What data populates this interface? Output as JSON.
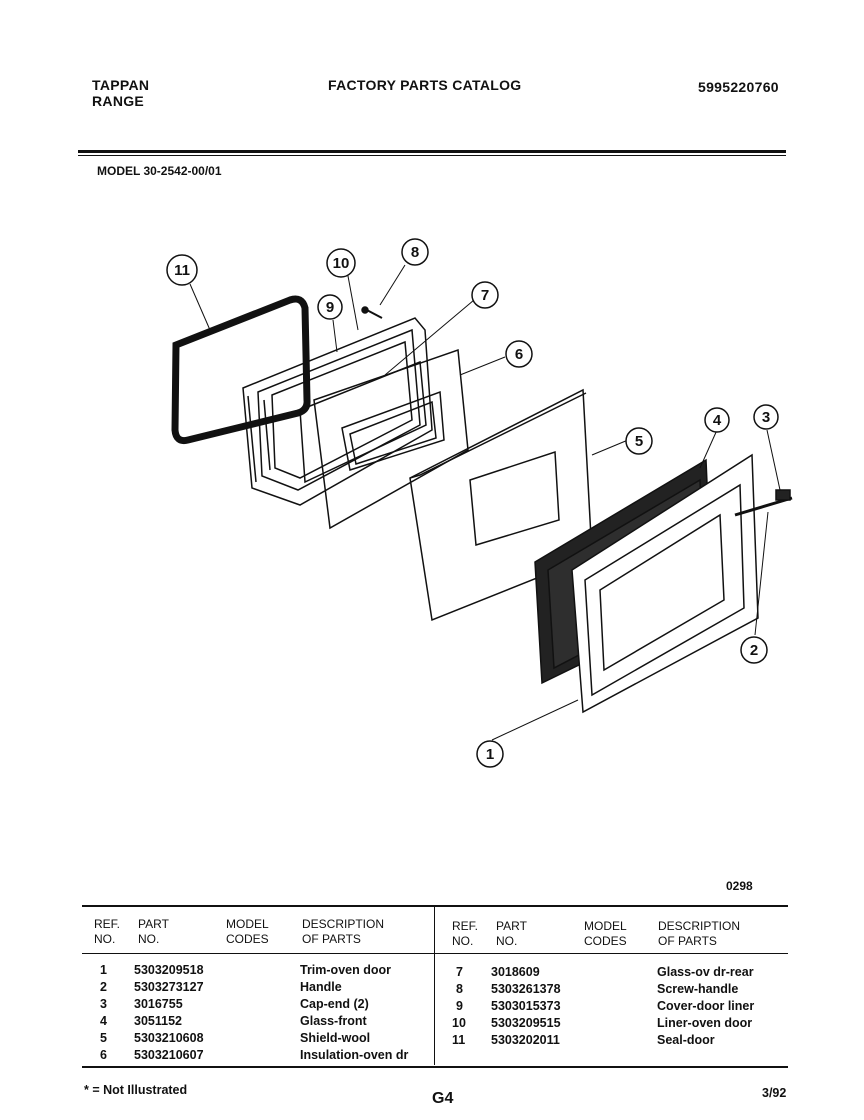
{
  "header": {
    "brand_line1": "TAPPAN",
    "brand_line2": "RANGE",
    "catalog_title": "FACTORY PARTS CATALOG",
    "catalog_number": "5995220760",
    "model": "MODEL 30-2542-00/01"
  },
  "diagram": {
    "callouts": [
      "1",
      "2",
      "3",
      "4",
      "5",
      "6",
      "7",
      "8",
      "9",
      "10",
      "11"
    ],
    "drawing_code": "0298"
  },
  "table": {
    "headers": {
      "ref_no": "REF.\nNO.",
      "part_no": "PART\nNO.",
      "model_codes": "MODEL\nCODES",
      "description": "DESCRIPTION\nOF PARTS"
    },
    "left_rows": [
      {
        "ref": "1",
        "part": "5303209518",
        "desc": "Trim-oven door"
      },
      {
        "ref": "2",
        "part": "5303273127",
        "desc": "Handle"
      },
      {
        "ref": "3",
        "part": "3016755",
        "desc": "Cap-end (2)"
      },
      {
        "ref": "4",
        "part": "3051152",
        "desc": "Glass-front"
      },
      {
        "ref": "5",
        "part": "5303210608",
        "desc": "Shield-wool"
      },
      {
        "ref": "6",
        "part": "5303210607",
        "desc": "Insulation-oven dr"
      }
    ],
    "right_rows": [
      {
        "ref": "7",
        "part": "3018609",
        "desc": "Glass-ov dr-rear"
      },
      {
        "ref": "8",
        "part": "5303261378",
        "desc": "Screw-handle"
      },
      {
        "ref": "9",
        "part": "5303015373",
        "desc": "Cover-door liner"
      },
      {
        "ref": "10",
        "part": "5303209515",
        "desc": "Liner-oven door"
      },
      {
        "ref": "11",
        "part": "5303202011",
        "desc": "Seal-door"
      }
    ]
  },
  "footer": {
    "note": "* = Not Illustrated",
    "page": "G4",
    "date": "3/92"
  }
}
